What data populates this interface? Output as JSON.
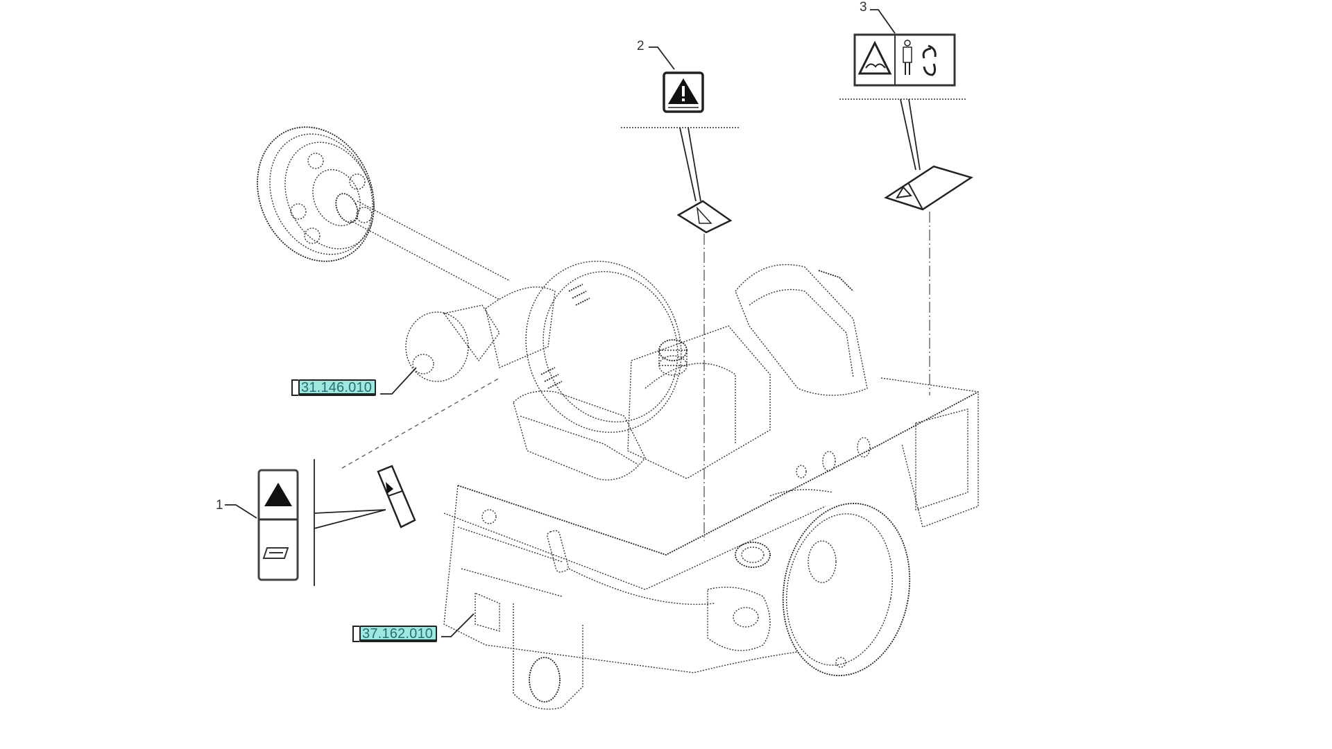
{
  "diagram": {
    "subject": "axle assembly with safety decals (exploded parts view)",
    "callouts": [
      {
        "number": "1",
        "description": "vertical decal: warning triangle + operator manual symbol"
      },
      {
        "number": "2",
        "description": "general warning decal (exclamation triangle)"
      },
      {
        "number": "3",
        "description": "dual decal: crush hazard triangle + person / rotating arrows"
      }
    ],
    "reference_links": [
      {
        "label": "31.146.010",
        "color": "#9fe8df",
        "text_color": "#2a6d70"
      },
      {
        "label": "37.162.010",
        "color": "#9fe8df",
        "text_color": "#2a6d70"
      }
    ]
  }
}
